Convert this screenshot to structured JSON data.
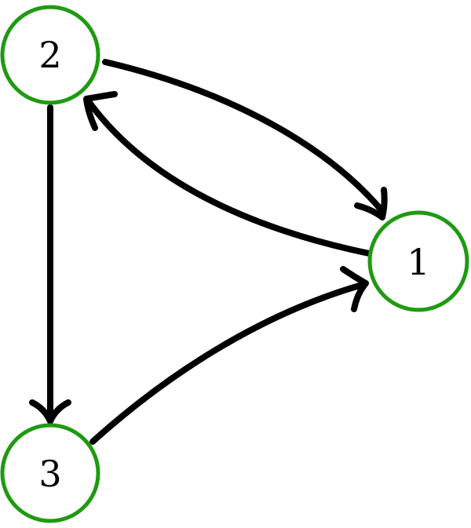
{
  "diagram": {
    "nodes": [
      {
        "id": "n1",
        "label": "1"
      },
      {
        "id": "n2",
        "label": "2"
      },
      {
        "id": "n3",
        "label": "3"
      }
    ],
    "edges": [
      {
        "from": "2",
        "to": "1"
      },
      {
        "from": "1",
        "to": "2"
      },
      {
        "from": "2",
        "to": "3"
      },
      {
        "from": "3",
        "to": "1"
      }
    ],
    "colors": {
      "node_stroke": "#1f9a12",
      "edge": "#000000",
      "label": "#000000",
      "background": "#ffffff"
    }
  }
}
